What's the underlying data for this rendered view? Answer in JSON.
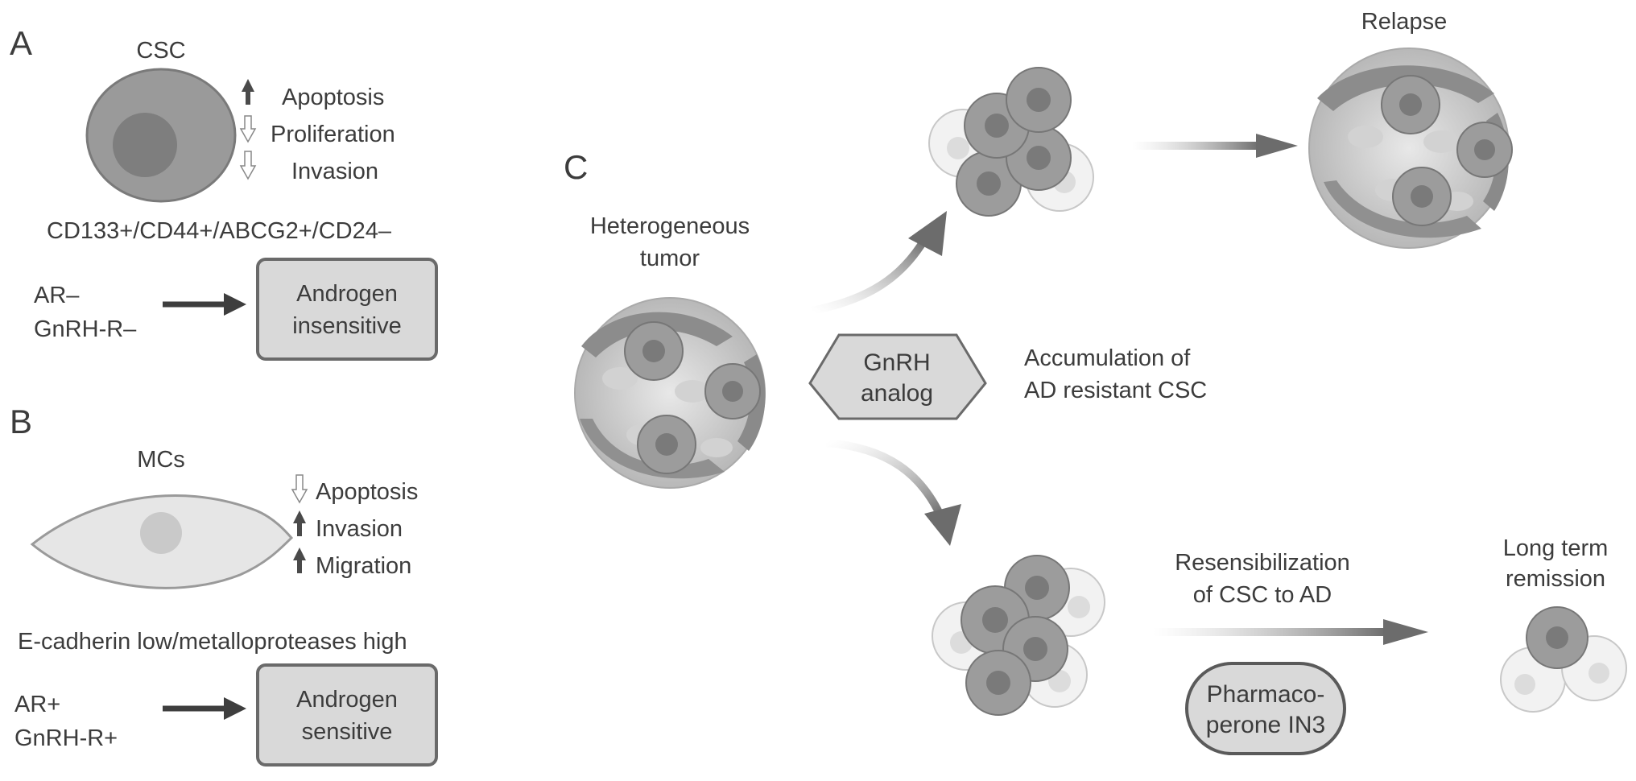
{
  "panel_a": {
    "letter": "A",
    "title": "CSC",
    "effects": [
      "Apoptosis",
      "Proliferation",
      "Invasion"
    ],
    "markers": "CD133+/CD44+/ABCG2+/CD24–",
    "receptor_1": "AR–",
    "receptor_2": "GnRH-R–",
    "result_line1": "Androgen",
    "result_line2": "insensitive"
  },
  "panel_b": {
    "letter": "B",
    "title": "MCs",
    "effects": [
      "Apoptosis",
      "Invasion",
      "Migration"
    ],
    "markers": "E-cadherin low/metalloproteases high",
    "receptor_1": "AR+",
    "receptor_2": "GnRH-R+",
    "result_line1": "Androgen",
    "result_line2": "sensitive"
  },
  "panel_c": {
    "letter": "C",
    "tumor_line1": "Heterogeneous",
    "tumor_line2": "tumor",
    "treatment_line1": "GnRH",
    "treatment_line2": "analog",
    "accumulation_line1": "Accumulation of",
    "accumulation_line2": "AD resistant CSC",
    "relapse": "Relapse",
    "resens_line1": "Resensibilization",
    "resens_line2": "of CSC to AD",
    "drug_line1": "Pharmaco-",
    "drug_line2": "perone IN3",
    "remission_line1": "Long term",
    "remission_line2": "remission"
  }
}
